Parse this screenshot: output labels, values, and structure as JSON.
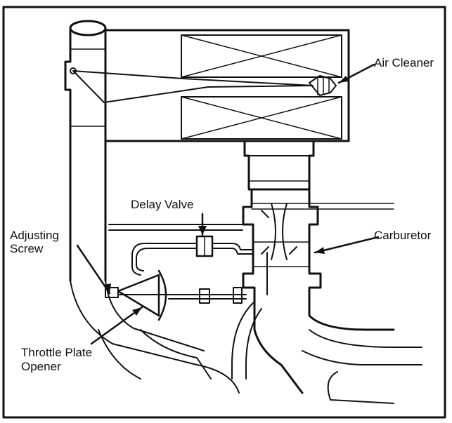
{
  "labels": {
    "air_cleaner": "Air Cleaner",
    "delay_valve": "Delay Valve",
    "carburetor": "Carburetor",
    "adjusting_screw_line1": "Adjusting",
    "adjusting_screw_line2": "Screw",
    "throttle_plate_opener_line1": "Throttle Plate",
    "throttle_plate_opener_line2": "Opener"
  },
  "colors": {
    "ink": "#111111",
    "background": "#ffffff"
  }
}
